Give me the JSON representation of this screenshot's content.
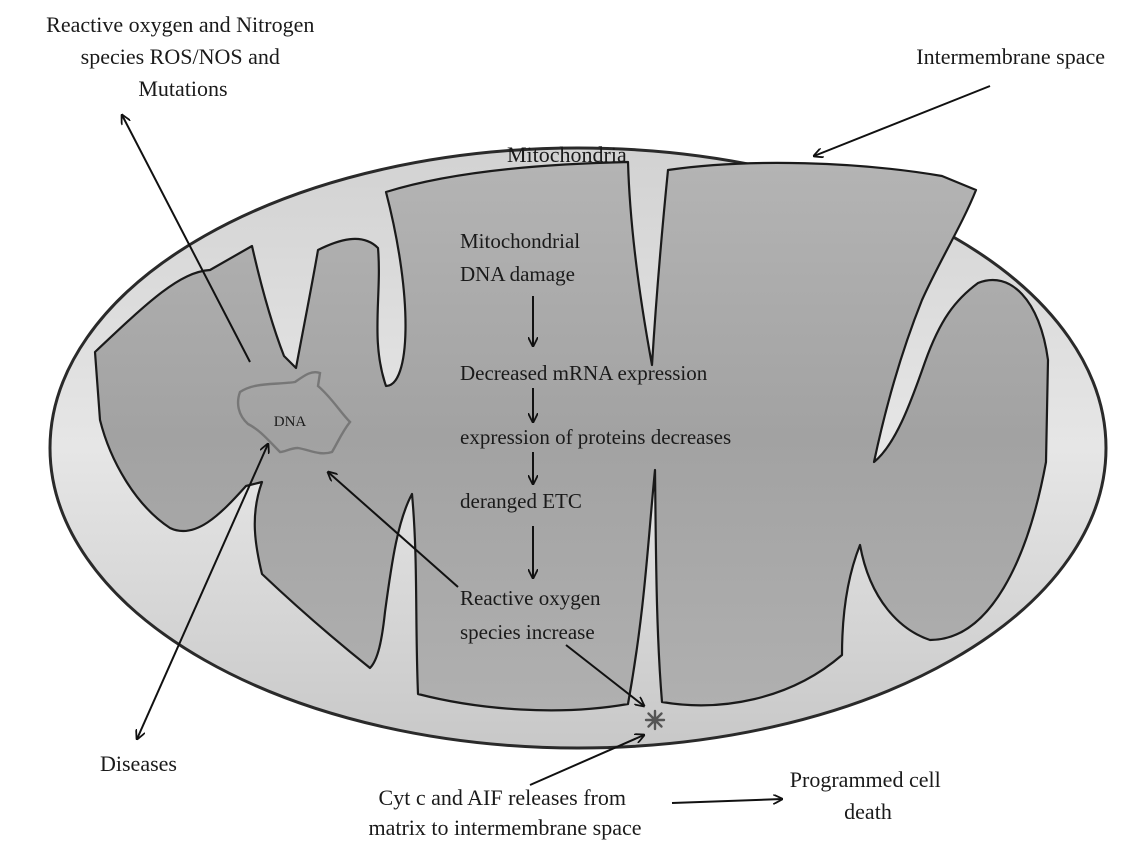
{
  "figure": {
    "top_left_label": [
      "Reactive oxygen and Nitrogen",
      "species ROS/NOS and",
      "Mutations"
    ],
    "top_right_label": "Intermembrane space",
    "organelle_label": "Mitochondria",
    "dna_label": "DNA",
    "diseases_label": "Diseases",
    "cascade": {
      "step1": [
        "Mitochondrial",
        "DNA damage"
      ],
      "step2": "Decreased mRNA expression",
      "step3": "expression of proteins decreases",
      "step4": "deranged ETC",
      "step5": [
        "Reactive oxygen",
        "species increase"
      ]
    },
    "release_label": [
      "Cyt c and AIF releases from",
      "matrix to intermembrane space"
    ],
    "outcome_label": [
      "Programmed cell",
      "death"
    ]
  },
  "colors": {
    "outer_membrane": "#2a2a2a",
    "intermembrane_fill": "#cfcfcf",
    "matrix_fill": "#a8a8a8",
    "dna_outline": "#777777",
    "star": "#555555"
  }
}
